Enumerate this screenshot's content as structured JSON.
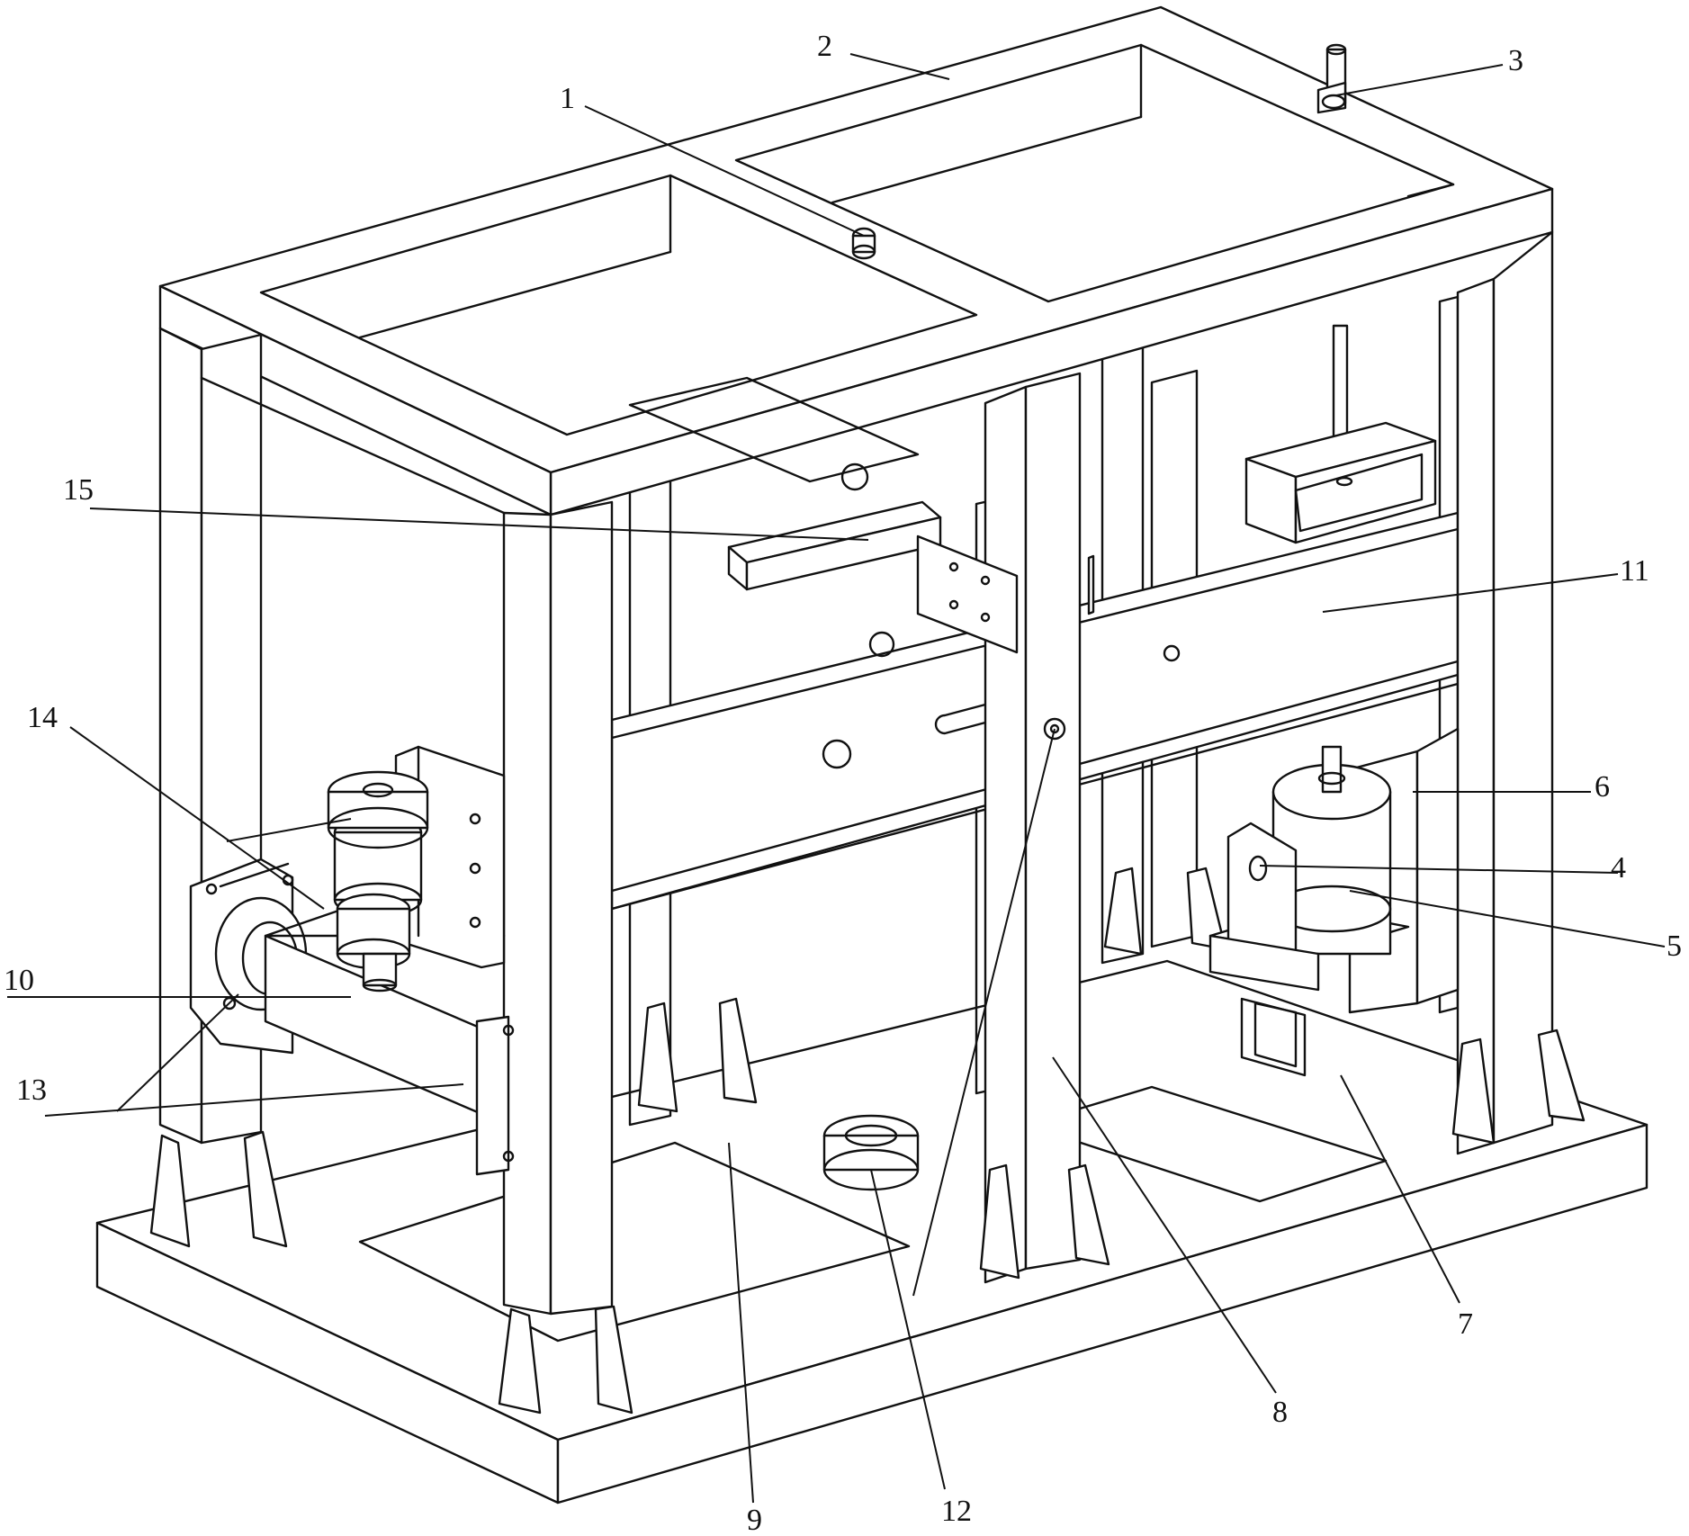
{
  "callouts": {
    "c1": "1",
    "c2": "2",
    "c3": "3",
    "c4": "4",
    "c5": "5",
    "c6": "6",
    "c7": "7",
    "c8": "8",
    "c9": "9",
    "c10": "10",
    "c11": "11",
    "c12": "12",
    "c13": "13",
    "c14": "14",
    "c15": "15"
  },
  "colors": {
    "line": "#111111",
    "paper": "#ffffff"
  }
}
